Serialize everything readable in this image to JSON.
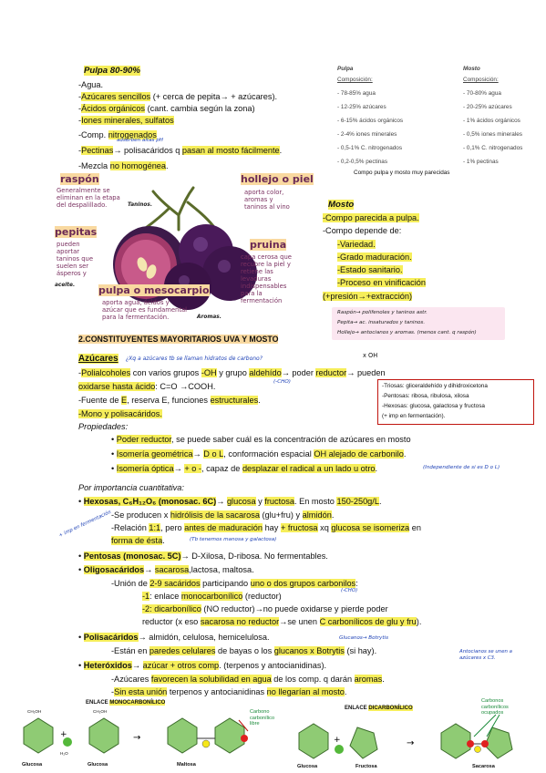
{
  "pulpa": {
    "title": "Pulpa 80-90%",
    "agua": "-Agua.",
    "azucares_a": "-",
    "azucares_b": "Azúcares sencillos",
    "azucares_c": " (+ cerca de pepita→ + azúcares).",
    "acidos_a": "-",
    "acidos_b": "Ácidos orgánicos",
    "acidos_c": " (cant. cambia según la zona)",
    "iones_a": "-",
    "iones_b": "Iones minerales, sulfatos",
    "comp_a": "-Comp. ",
    "comp_b": "nitrogenados",
    "pectinas_a": "-",
    "pectinas_b": "Pectinas",
    "pectinas_c": "→ polisacáridos q ",
    "pectinas_d": "pasan al mosto fácilmente",
    "pectinas_e": ".",
    "pectinas_note": "adsorben altas pH",
    "mezcla_a": "-Mezcla ",
    "mezcla_b": "no homogénea",
    "mezcla_c": "."
  },
  "comp_table": {
    "col1_title": "Pulpa",
    "col2_title": "Mosto",
    "sub": "Composición:",
    "col1": [
      "- 78-85% agua",
      "- 12-25% azúcares",
      "- 6-15% ácidos orgánicos",
      "- 2-4% iones minerales",
      "- 0,5-1% C. nitrogenados",
      "- 0,2-0,5% pectinas"
    ],
    "col2": [
      "- 70-80% agua",
      "- 20-25% azúcares",
      "- 1% ácidos orgánicos",
      "- 0,5% iones minerales",
      "- 0,1% C. nitrogenados",
      "- 1% pectinas"
    ],
    "caption": "Compo pulpa y mosto muy parecidas"
  },
  "grape": {
    "raspon": "raspón",
    "raspon_text": [
      "Generalmente se",
      "eliminan en la etapa",
      "del despalillado."
    ],
    "taninos_note": "Taninos.",
    "hollejo": "hollejo o piel",
    "hollejo_text": [
      "aporta color,",
      "aromas y",
      "taninos al vino"
    ],
    "pepitas": "pepitas",
    "pepitas_text": [
      "pueden",
      "aportar",
      "taninos que",
      "suelen ser",
      "ásperos y"
    ],
    "aceite": "aceite.",
    "pruina": "pruina",
    "pruina_text": [
      "capa cerosa que",
      "recubre la piel y",
      "retiene las",
      "levaduras",
      "indispensables",
      "para la",
      "fermentación"
    ],
    "pulpa": "pulpa o mesocarpio",
    "pulpa_text": [
      "aporta agua, ácidos y",
      "azúcar que es fundamental",
      "para la fermentación."
    ],
    "aromas_note": "Aromas."
  },
  "mosto": {
    "title": "Mosto",
    "l1": "-Compo parecida a pulpa.",
    "l2": "-Compo depende de:",
    "l3": "-Variedad.",
    "l4": "-Grado maduración.",
    "l5": "-Estado sanitario.",
    "l6": "-Proceso en vinificación",
    "l7": "(+presión→+extracción)"
  },
  "pink_box": {
    "l1": "Raspón→ polifenoles y taninos astr.",
    "l2": "Pepita→ ac. insaturados y taninos.",
    "l3": "Hollejo→ antocianos y aromas. (menos cant. q raspón)"
  },
  "section2": {
    "heading": "2.CONSTITUYENTES MAYORITARIOS UVA Y MOSTO",
    "azucares_title": "Azúcares",
    "azucares_note": "¿Xq a azúcares tb se llaman hidratos de carbono?",
    "xoh": "x OH",
    "l1_a": "-",
    "l1_b": "Polialcoholes",
    "l1_c": " con varios grupos ",
    "l1_d": "-OH",
    "l1_e": " y grupo ",
    "l1_f": "aldehído",
    "l1_g": "→ poder ",
    "l1_h": "reductor",
    "l1_i": "→ pueden",
    "l2_a": "oxidarse hasta ácido",
    "l2_b": ": C=O →COOH.",
    "l3_a": "-Fuente de ",
    "l3_b": "E",
    "l3_c": ", reserva E, funciones ",
    "l3_d": "estructurales",
    "l3_e": ".",
    "l4": "-Mono y polisacáridos.",
    "props": "Propiedades:",
    "b1_a": "Poder reductor",
    "b1_b": ", se puede saber cuál es la concentración de azúcares en mosto",
    "b2_a": "Isomería geométrica",
    "b2_b": "→ ",
    "b2_c": "D o L",
    "b2_d": ", conformación espacial ",
    "b2_e": "OH alejado de carbonilo",
    "b2_f": ".",
    "b3_a": "Isomería óptica",
    "b3_b": "→ ",
    "b3_c": "+ o -",
    "b3_d": ", capaz de ",
    "b3_e": "desplazar el radical a un lado u otro",
    "b3_f": ".",
    "b3_note": "(Independiente de si es D o L)",
    "cho_note": "(-CHO)",
    "trioses": {
      "l1": "-Triosas: gliceraldehído y dihidroxicetona",
      "l2": "-Pentosas: ribosa, ribulosa, xilosa",
      "l3": "-Hexosas: glucosa, galactosa y fructosa",
      "l4": "(+ imp en fermentación)."
    }
  },
  "cuant": {
    "title": "Por importancia cuantitativa:",
    "hex_a": "Hexosas, C₆H₁₂O₆ (monosac. 6C)",
    "hex_b": "→ ",
    "hex_c": "glucosa",
    "hex_d": " y ",
    "hex_e": "fructosa",
    "hex_f": ". En mosto ",
    "hex_g": "150-250g/L",
    "hex_h": ".",
    "hex_note": "+ imp en fermentación",
    "h1_a": "-Se producen x ",
    "h1_b": "hidrólisis de la sacarosa",
    "h1_c": " (glu+fru) y ",
    "h1_d": "almidón",
    "h1_e": ".",
    "h2_a": "-Relación ",
    "h2_b": "1:1",
    "h2_c": ", pero ",
    "h2_d": "antes de maduración",
    "h2_e": " hay ",
    "h2_f": "+ fructosa",
    "h2_g": " xq ",
    "h2_h": "glucosa se isomeriza",
    "h2_i": " en",
    "h3_a": "forma de ésta",
    "h3_b": ".",
    "h3_note": "(Tb tenemos manosa y galactosa)",
    "pent_a": "Pentosas (monosac. 5C)",
    "pent_b": "→ D-Xilosa, D-ribosa. No fermentables.",
    "oli_a": "Oligosacáridos",
    "oli_b": "→ ",
    "oli_c": "sacarosa",
    "oli_d": ",lactosa, maltosa.",
    "o1_a": "-Unión de ",
    "o1_b": "2-9 sacáridos",
    "o1_c": " participando ",
    "o1_d": "uno o dos grupos carbonilos",
    "o1_e": ":",
    "o1_note": "(-CHO)",
    "o2_a": "-1",
    "o2_b": ": enlace ",
    "o2_c": "monocarbonílico",
    "o2_d": " (reductor)",
    "o3_a": "-2",
    "o3_b": ": dicarbonílico",
    "o3_c": " (NO reductor)",
    "o3_d": "→no puede oxidarse y pierde poder",
    "o4_a": "reductor (x eso ",
    "o4_b": "sacarosa no reductor",
    "o4_c": "→se unen ",
    "o4_d": "C carbonílicos de glu y fru",
    "o4_e": ").",
    "poli_a": "Polisacáridos",
    "poli_b": "→ almidón, celulosa, hemicelulosa.",
    "poli_note": "Glucanos→ Botrytis",
    "p1_a": "-Están en ",
    "p1_b": "paredes celulares",
    "p1_c": " de bayas o los ",
    "p1_d": "glucanos x Botrytis",
    "p1_e": " (si hay).",
    "het_a": "Heteróxidos",
    "het_b": "→ ",
    "het_c": "azúcar + otros comp",
    "het_d": ". (terpenos y antocianidinas).",
    "het_note": "Antocianos se unen a azúcares x C3.",
    "ht1_a": "-Azúcares ",
    "ht1_b": "favorecen la solubilidad en agua",
    "ht1_c": " de los comp. q darán ",
    "ht1_d": "aromas",
    "ht1_e": ".",
    "ht2_a": "-",
    "ht2_b": "Sin esta unión",
    "ht2_c": " terpenos y antocianidinas ",
    "ht2_d": "no llegarían al mosto",
    "ht2_e": "."
  },
  "diagram": {
    "mono_title_a": "ENLACE ",
    "mono_title_b": "MONOCARBONÍLICO",
    "di_title_a": "ENLACE ",
    "di_title_b": "DICARBONÍLICO",
    "carbono_libre": [
      "Carbono",
      "carbonílico",
      "libre"
    ],
    "carbonos_ocupados": [
      "Carbonos",
      "carbonílicos",
      "ocupados"
    ],
    "labels_left": [
      "Glucosa",
      "Glucosa",
      "Maltosa"
    ],
    "labels_right": [
      "Glucosa",
      "Fructosa",
      "Sacarosa"
    ],
    "ch2oh": "CH₂OH",
    "oh": "OH",
    "o": "O",
    "h2o": "H₂O"
  }
}
